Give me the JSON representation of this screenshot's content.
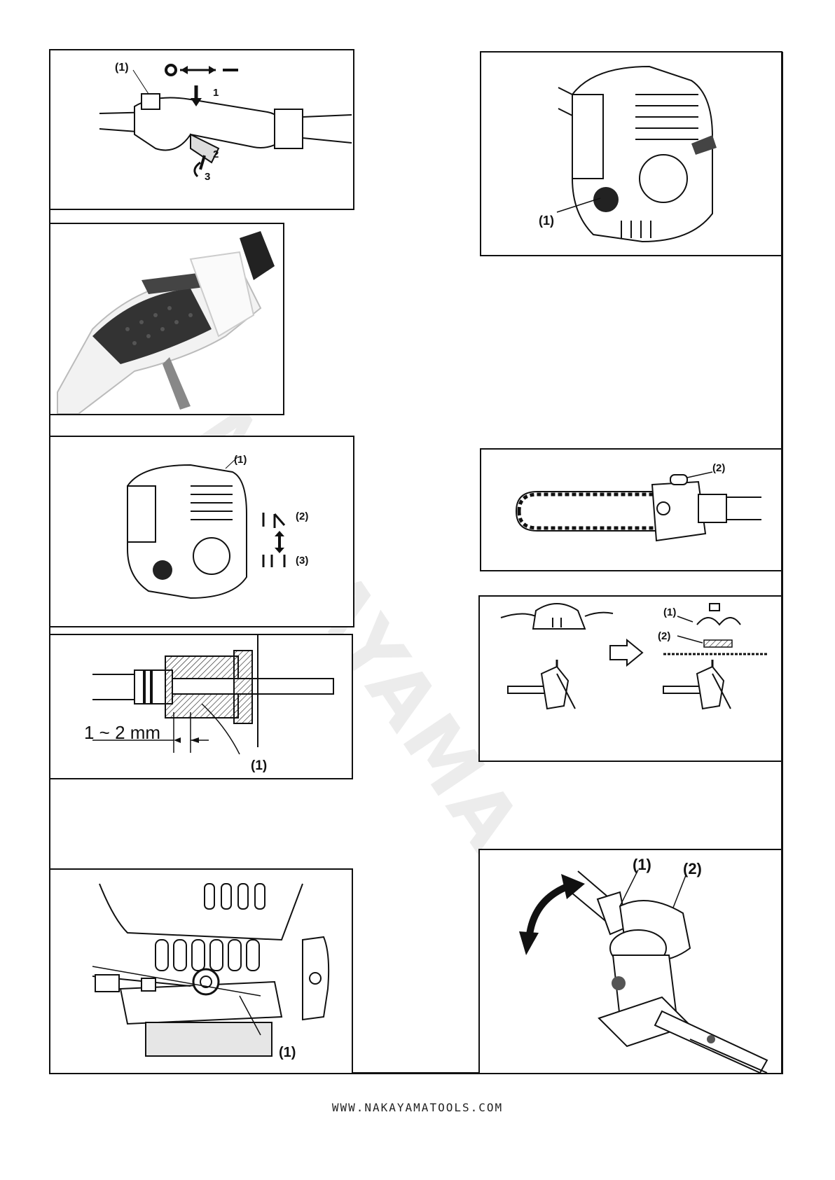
{
  "footer": {
    "url": "WWW.NAKAYAMATOOLS.COM"
  },
  "labels": {
    "one": "(1)",
    "two": "(2)",
    "three": "(3)",
    "step1": "1",
    "step2": "2",
    "step3": "3",
    "gap": "1 ~ 2 mm"
  },
  "icons": [
    "switch-on-off-icon",
    "choke-closed-icon",
    "choke-open-icon",
    "rotate-arrow-icon",
    "next-step-arrow-icon"
  ]
}
